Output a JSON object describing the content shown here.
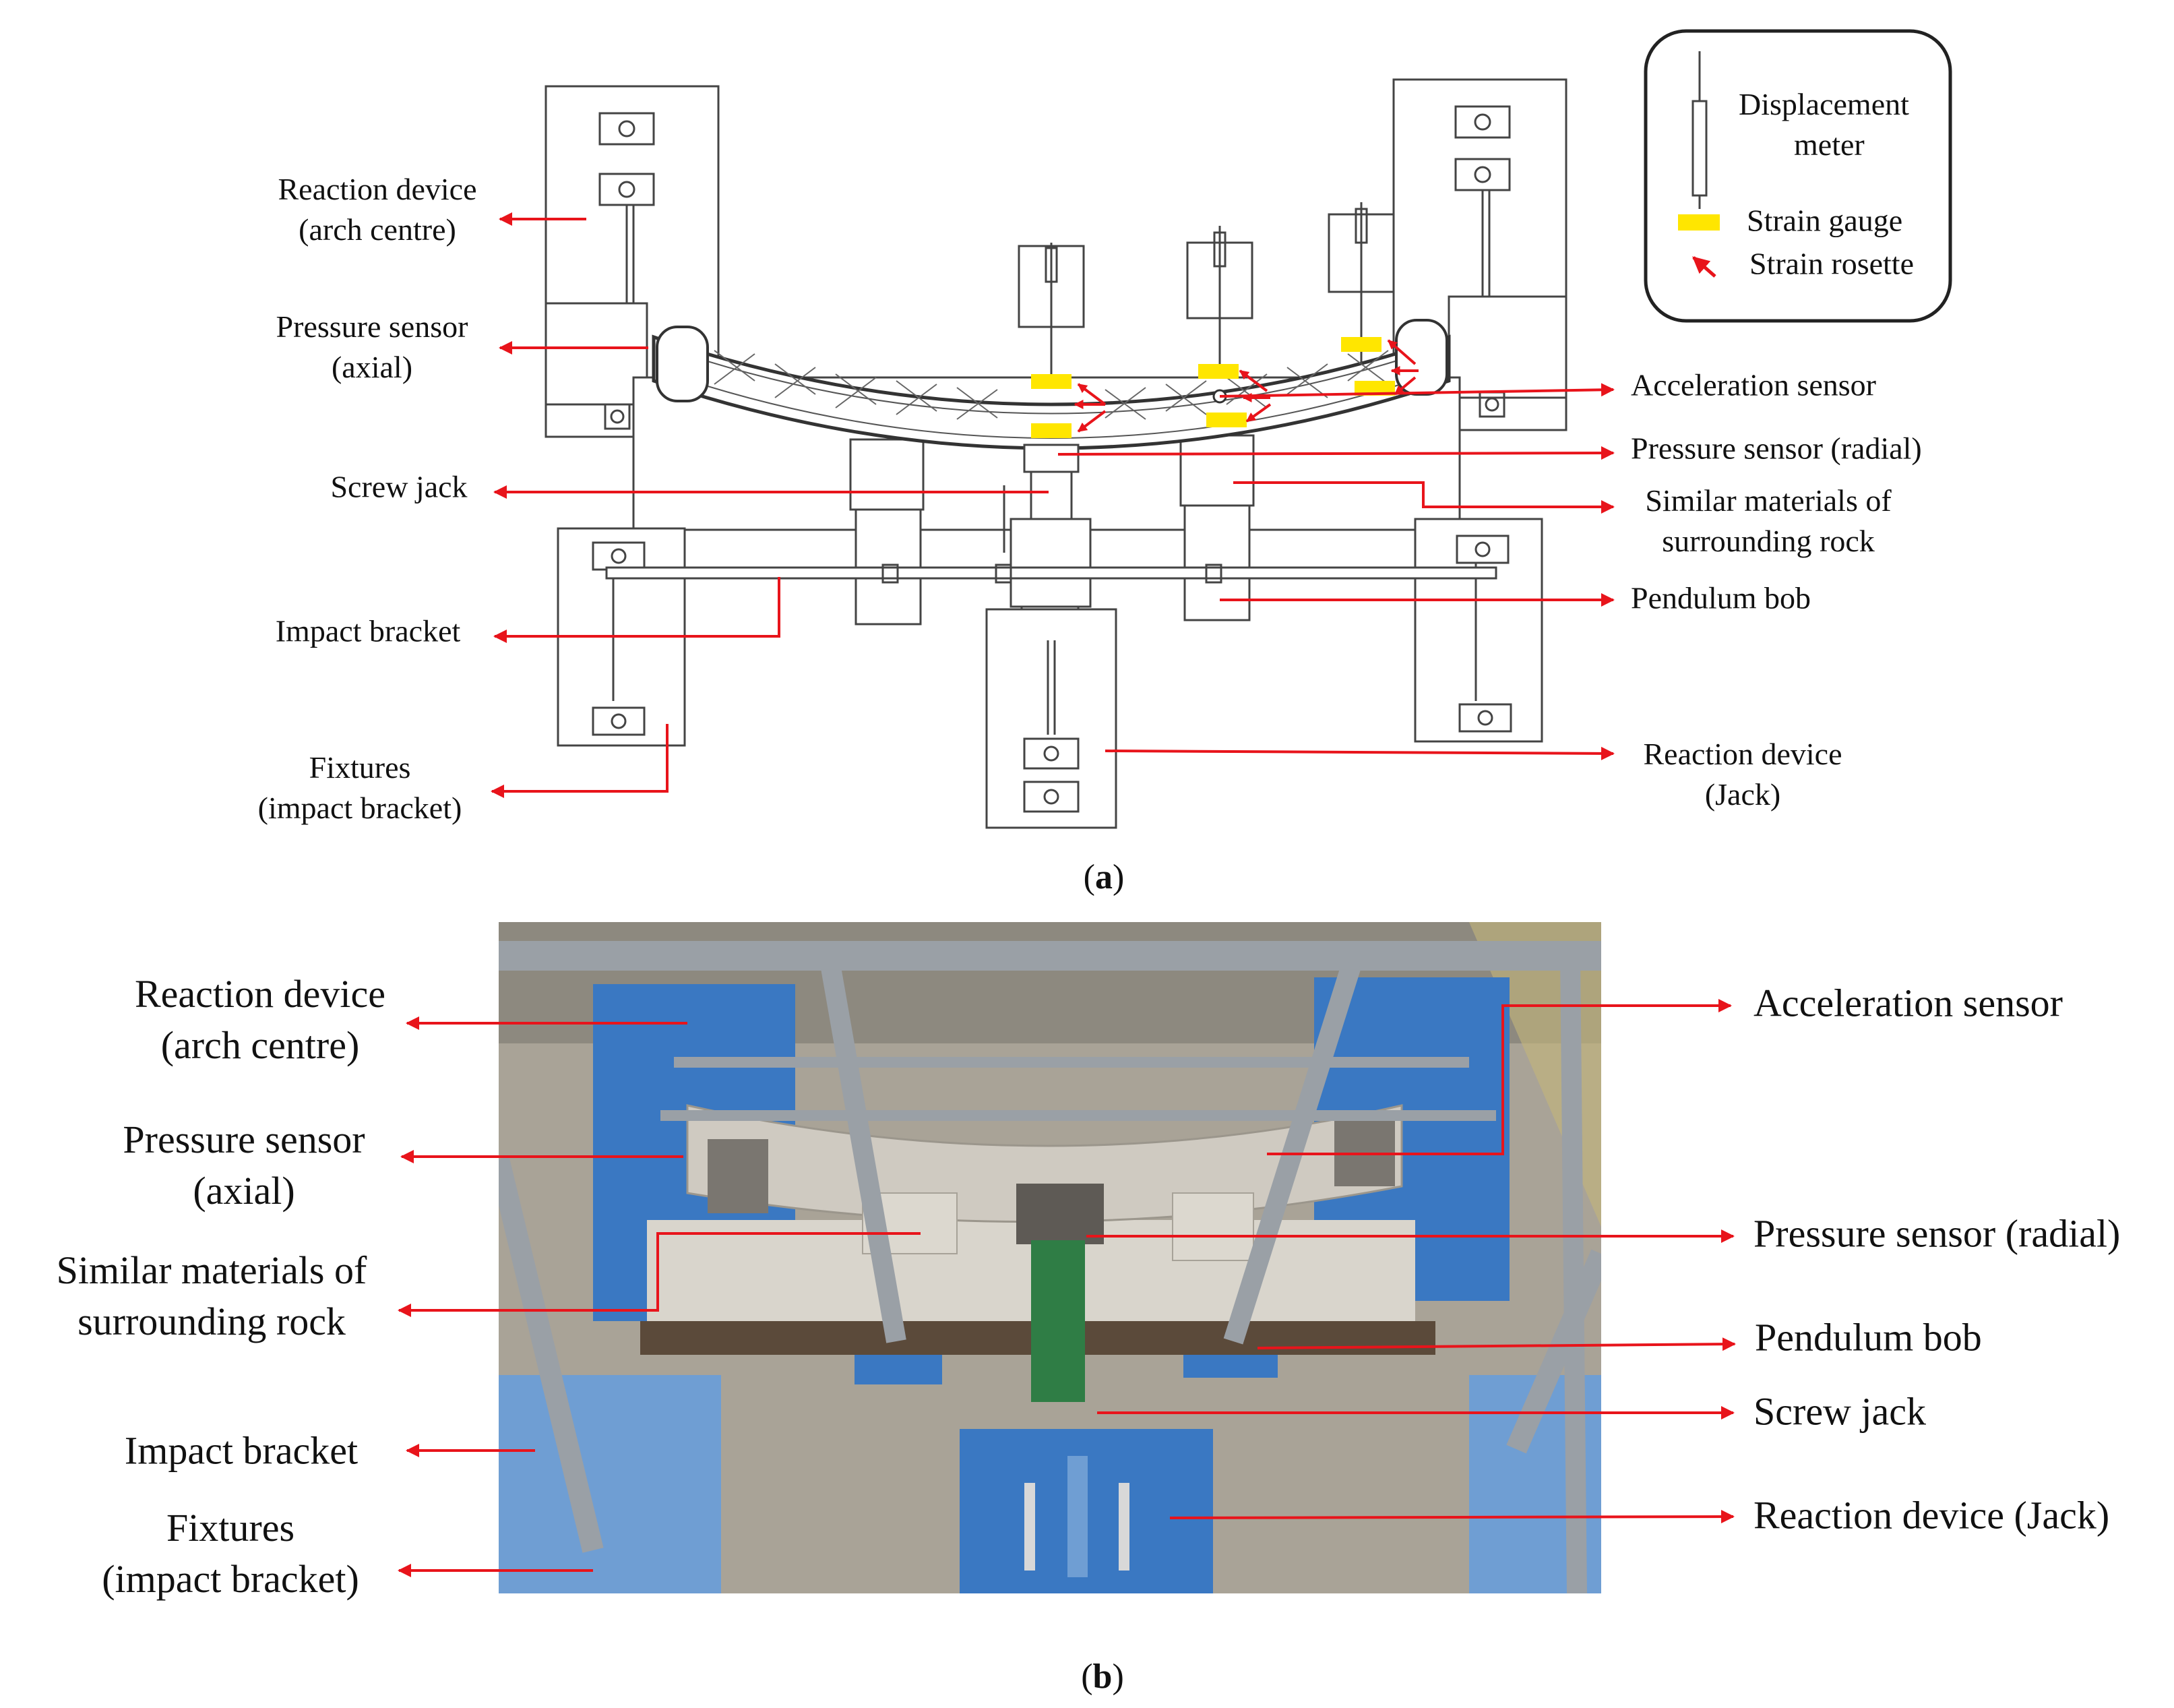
{
  "colors": {
    "arrow": "#e8141b",
    "gauge": "#ffe600",
    "line": "#444444",
    "steel_blue": "#3a78c2",
    "floor": "#a9a397",
    "concrete": "#cfcac1"
  },
  "legend": {
    "displacement_line1": "Displacement",
    "displacement_line2": "meter",
    "strain_gauge": "Strain gauge",
    "strain_rosette": "Strain rosette"
  },
  "panel_a": {
    "caption_open": "(",
    "caption_letter": "a",
    "caption_close": ")",
    "left_labels": {
      "reaction_arch_1": "Reaction device",
      "reaction_arch_2": "(arch centre)",
      "pressure_axial_1": "Pressure sensor",
      "pressure_axial_2": "(axial)",
      "screw_jack": "Screw jack",
      "impact_bracket": "Impact bracket",
      "fixtures_1": "Fixtures",
      "fixtures_2": "(impact bracket)"
    },
    "right_labels": {
      "acceleration": "Acceleration sensor",
      "pressure_radial": "Pressure sensor (radial)",
      "similar_1": "Similar materials of",
      "similar_2": "surrounding rock",
      "pendulum": "Pendulum bob",
      "reaction_jack_1": "Reaction device",
      "reaction_jack_2": "(Jack)"
    }
  },
  "panel_b": {
    "caption_open": "(",
    "caption_letter": "b",
    "caption_close": ")",
    "left_labels": {
      "reaction_arch_1": "Reaction device",
      "reaction_arch_2": "(arch centre)",
      "pressure_axial_1": "Pressure sensor",
      "pressure_axial_2": "(axial)",
      "similar_1": "Similar materials of",
      "similar_2": "surrounding rock",
      "impact_bracket": "Impact bracket",
      "fixtures_1": "Fixtures",
      "fixtures_2": "(impact bracket)"
    },
    "right_labels": {
      "acceleration": "Acceleration sensor",
      "pressure_radial": "Pressure sensor (radial)",
      "pendulum": "Pendulum bob",
      "screw_jack": "Screw jack",
      "reaction_jack": "Reaction device (Jack)"
    }
  }
}
